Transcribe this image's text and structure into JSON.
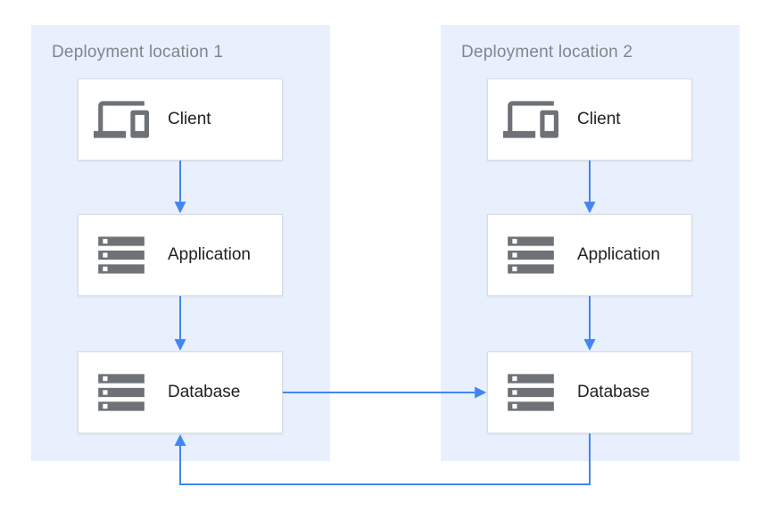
{
  "colors": {
    "arrow_blue": "#4285F4",
    "panel_background": "#E8F0FE",
    "box_border": "#DADCE0",
    "icon_gray": "#6E7276",
    "panel_label_gray": "#80868B",
    "node_text_dark": "#202124",
    "page_background": "#ffffff"
  },
  "panels": [
    {
      "id": "deployment-location-1",
      "label": "Deployment location 1",
      "nodes": [
        {
          "id": "client-1",
          "icon": "devices-icon",
          "label": "Client"
        },
        {
          "id": "application-1",
          "icon": "storage-icon",
          "label": "Application"
        },
        {
          "id": "database-1",
          "icon": "storage-icon",
          "label": "Database"
        }
      ]
    },
    {
      "id": "deployment-location-2",
      "label": "Deployment location 2",
      "nodes": [
        {
          "id": "client-2",
          "icon": "devices-icon",
          "label": "Client"
        },
        {
          "id": "application-2",
          "icon": "storage-icon",
          "label": "Application"
        },
        {
          "id": "database-2",
          "icon": "storage-icon",
          "label": "Database"
        }
      ]
    }
  ],
  "edges": [
    {
      "from": "client-1",
      "to": "application-1",
      "direction": "down"
    },
    {
      "from": "application-1",
      "to": "database-1",
      "direction": "down"
    },
    {
      "from": "client-2",
      "to": "application-2",
      "direction": "down"
    },
    {
      "from": "application-2",
      "to": "database-2",
      "direction": "down"
    },
    {
      "from": "database-1",
      "to": "database-2",
      "direction": "right"
    },
    {
      "from": "database-2",
      "to": "database-1",
      "direction": "loop-under-bottom"
    }
  ]
}
